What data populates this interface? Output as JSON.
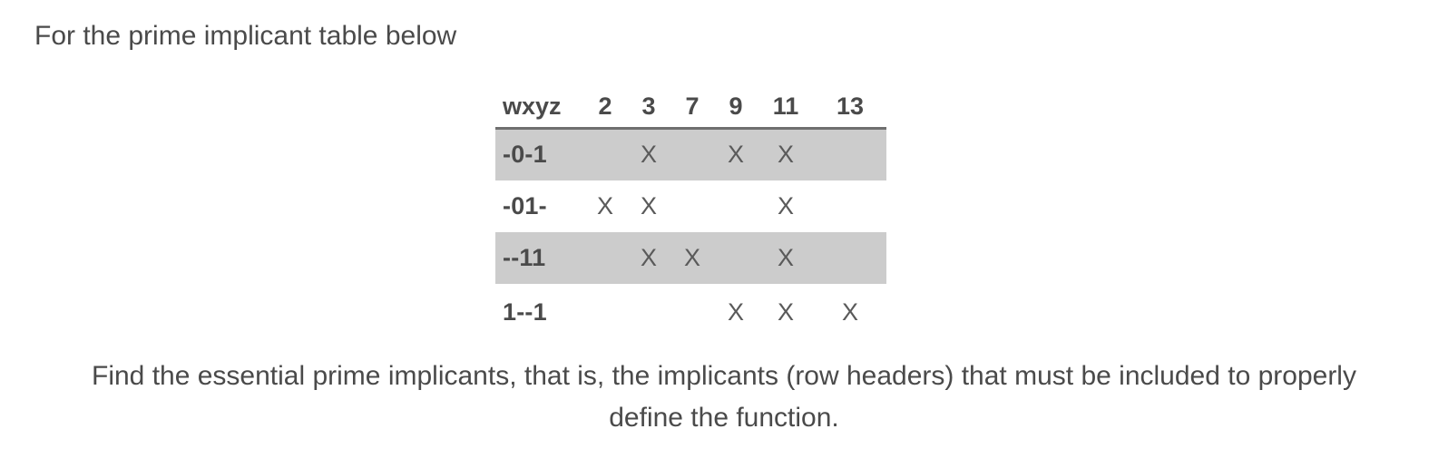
{
  "prompt_top": "For the prime implicant table below",
  "prompt_bottom": "Find the essential prime implicants, that is, the implicants (row headers) that must be included to properly define the function.",
  "colors": {
    "text": "#4a4a4a",
    "mark": "#5a5a5a",
    "row_shade": "#cccccc",
    "header_rule": "#6f6f6f",
    "background": "#ffffff"
  },
  "table": {
    "corner_header": "wxyz",
    "column_headers": [
      "2",
      "3",
      "7",
      "9",
      "11",
      "13"
    ],
    "mark_glyph": "X",
    "rows": [
      {
        "label": "-0-1",
        "shaded": true,
        "marks": [
          "",
          "X",
          "",
          "X",
          "X",
          ""
        ]
      },
      {
        "label": "-01-",
        "shaded": false,
        "marks": [
          "X",
          "X",
          "",
          "",
          "X",
          ""
        ]
      },
      {
        "label": "--11",
        "shaded": true,
        "marks": [
          "",
          "X",
          "X",
          "",
          "X",
          ""
        ]
      },
      {
        "label": "1--1",
        "shaded": false,
        "marks": [
          "",
          "",
          "",
          "X",
          "X",
          "X"
        ]
      }
    ]
  }
}
